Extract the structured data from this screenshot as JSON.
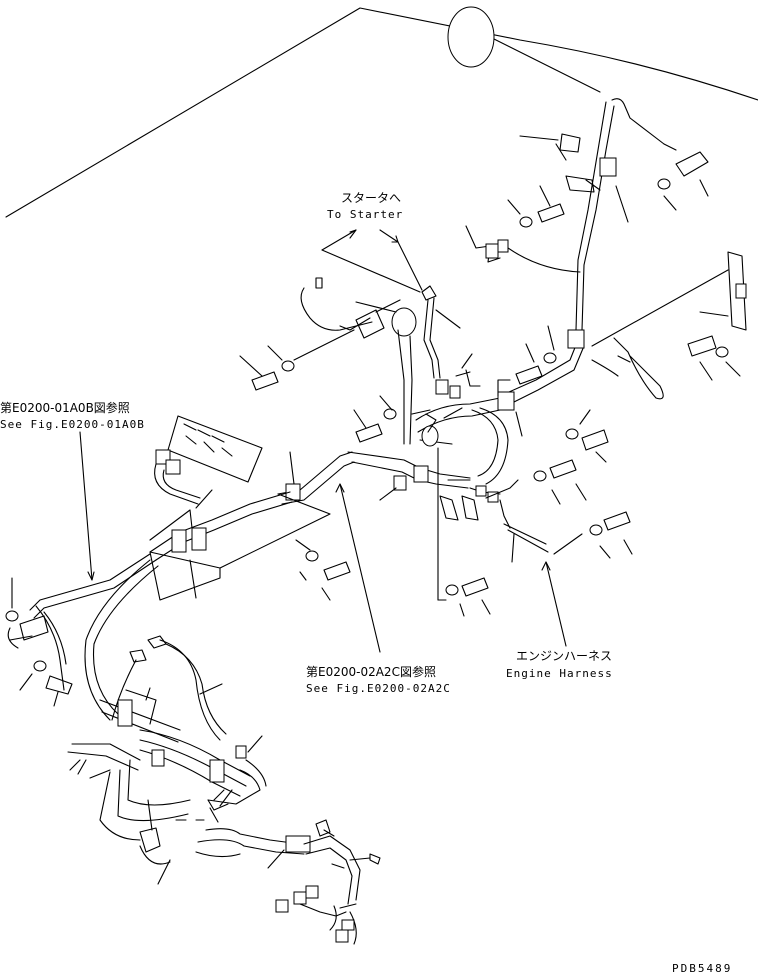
{
  "callouts": {
    "to_starter_jp": "スタータへ",
    "to_starter_en": "To Starter",
    "ref_01a0b_jp": "第E0200-01A0B図参照",
    "ref_01a0b_en": "See Fig.E0200-01A0B",
    "ref_02a2c_jp": "第E0200-02A2C図参照",
    "ref_02a2c_en": "See Fig.E0200-02A2C",
    "engine_harness_jp": "エンジンハーネス",
    "engine_harness_en": "Engine Harness"
  },
  "drawing_code": "PDB5489"
}
